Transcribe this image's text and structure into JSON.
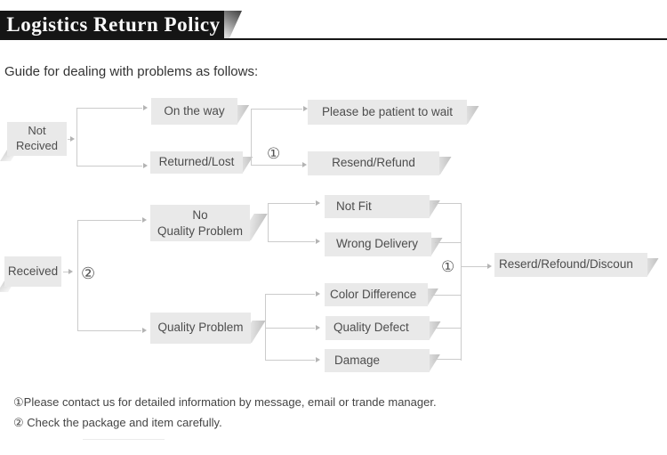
{
  "header": {
    "title": "Logistics Return Policy"
  },
  "intro": "Guide for dealing with problems as follows:",
  "flow": {
    "not_received": {
      "line1": "Not",
      "line2": "Recived"
    },
    "on_the_way": "On the way",
    "returned_lost": "Returned/Lost",
    "please_wait": "Please be patient to wait",
    "resend_refund": "Resend/Refund",
    "received": "Received",
    "no_quality_problem": {
      "line1": "No",
      "line2": "Quality Problem"
    },
    "quality_problem": "Quality Problem",
    "not_fit": "Not Fit",
    "wrong_delivery": "Wrong Delivery",
    "color_difference": "Color Difference",
    "quality_defect": "Quality Defect",
    "damage": "Damage",
    "outcome": "Reserd/Refound/Discoun",
    "marker1": "①",
    "marker2": "②"
  },
  "notes": [
    "①Please contact us for detailed information by message, email or trande manager.",
    "② Check the package and item carefully."
  ],
  "colors": {
    "banner_bg": "#151515",
    "banner_text": "#fafafa",
    "box_fill": "#e9e9e9",
    "box_text": "#4d4d4d",
    "connector": "#cbcbcb",
    "body_text": "#333333"
  }
}
